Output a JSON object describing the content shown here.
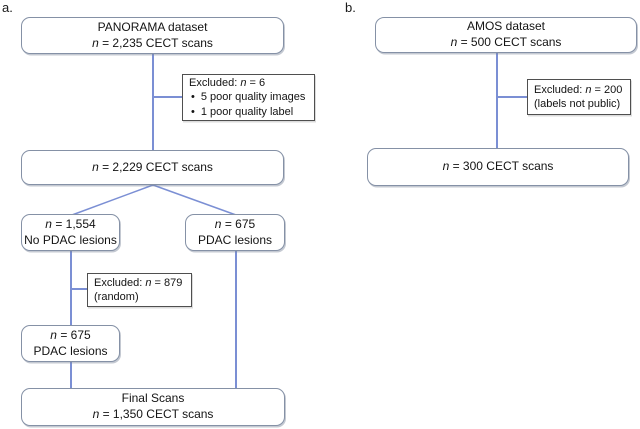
{
  "colors": {
    "connector_blue": "#7b8fd4",
    "rounded_box_border": "#8591a6",
    "excluded_box_border": "#4f4f4f",
    "background": "#ffffff",
    "text": "#131313"
  },
  "panel_a": {
    "label": "a.",
    "source_box": {
      "line1": "PANORAMA dataset",
      "line2": "n = 2,235 CECT scans"
    },
    "excluded_quality_box": {
      "title": "Excluded: n = 6",
      "bullet": "•",
      "items": [
        "5 poor quality images",
        "1 poor quality label"
      ]
    },
    "after_exclusion_box": {
      "line1": "n = 2,229 CECT scans"
    },
    "no_pdac_box": {
      "line1": "n = 1,554",
      "line2": "No PDAC lesions"
    },
    "pdac_box": {
      "line1": "n = 675",
      "line2": "PDAC lesions"
    },
    "excluded_random_box": {
      "title": "Excluded: n = 879",
      "subtitle": "(random)"
    },
    "pdac_kept_box": {
      "line1": "n = 675",
      "line2": "PDAC lesions"
    },
    "final_box": {
      "line1": "Final Scans",
      "line2": "n = 1,350 CECT scans"
    }
  },
  "panel_b": {
    "label": "b.",
    "source_box": {
      "line1": "AMOS dataset",
      "line2": "n = 500 CECT scans"
    },
    "excluded_labels_box": {
      "title": "Excluded: n = 200",
      "subtitle": "(labels not public)"
    },
    "final_box": {
      "line1": "n = 300 CECT scans"
    }
  }
}
